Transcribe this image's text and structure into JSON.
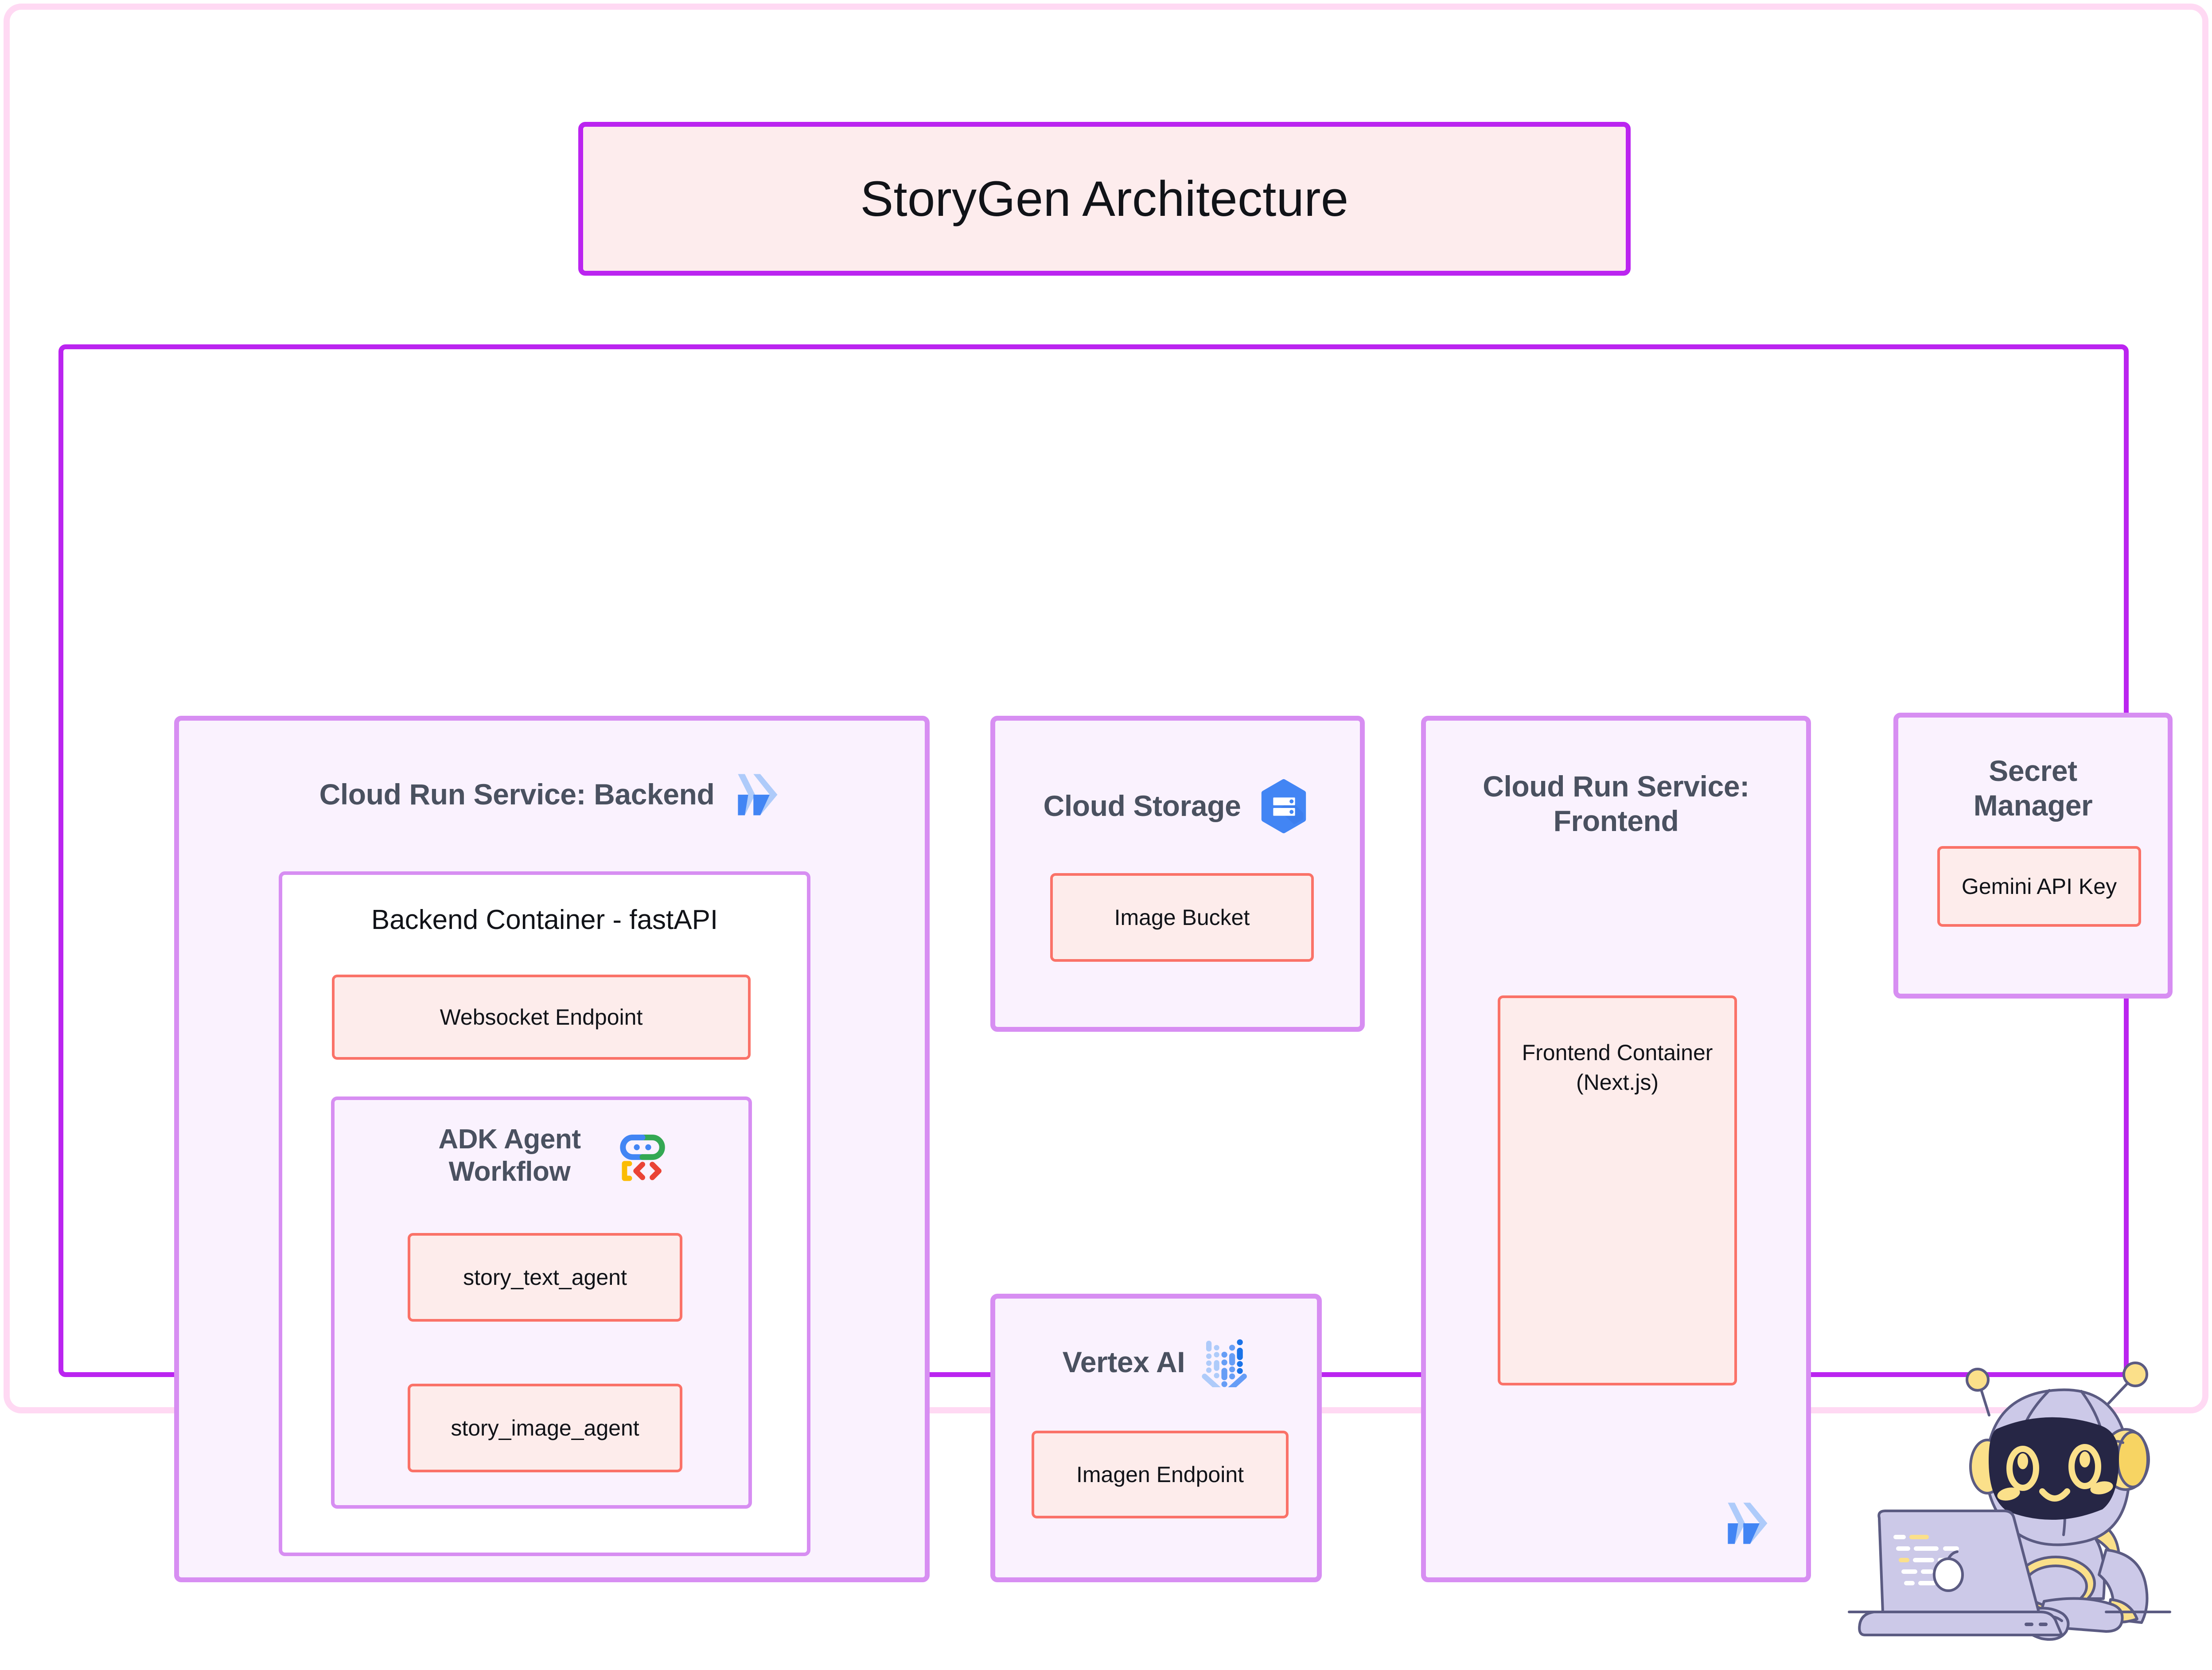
{
  "page": {
    "title": "StoryGen Architecture",
    "frame_border_color": "#ffd9f3",
    "accent_purple": "#bb24f0",
    "panel_border_color": "#d78ef2",
    "panel_fill_color": "#faf2fe",
    "leafbox_border_color": "#fa7268",
    "leafbox_fill_color": "#fdeceb",
    "heading_text_color": "#4a5160"
  },
  "title_card": {
    "label": "StoryGen Architecture"
  },
  "panels": {
    "backend": {
      "title": "Cloud Run Service: Backend",
      "icon": "cloud-run-icon",
      "container": {
        "title": "Backend Container - fastAPI",
        "websocket": {
          "label": "Websocket Endpoint"
        },
        "adk": {
          "title": "ADK Agent Workflow",
          "icon": "adk-agent-icon",
          "agents": [
            {
              "label": "story_text_agent"
            },
            {
              "label": "story_image_agent"
            }
          ]
        }
      }
    },
    "storage": {
      "title": "Cloud Storage",
      "icon": "cloud-storage-icon",
      "bucket": {
        "label": "Image Bucket"
      }
    },
    "vertex": {
      "title": "Vertex AI",
      "icon": "vertex-ai-icon",
      "endpoint": {
        "label": "Imagen Endpoint"
      }
    },
    "frontend": {
      "title": "Cloud Run Service: Frontend",
      "icon": "cloud-run-icon",
      "container": {
        "label": "Frontend Container (Next.js)"
      }
    },
    "secret": {
      "title": "Secret Manager",
      "key": {
        "label": "Gemini API Key"
      }
    }
  },
  "mascot": {
    "name": "robot-at-laptop-illustration",
    "body_color": "#ccc9e8",
    "accent_color": "#fbe08a",
    "visor_color": "#262645",
    "outline_color": "#5b5b82"
  }
}
